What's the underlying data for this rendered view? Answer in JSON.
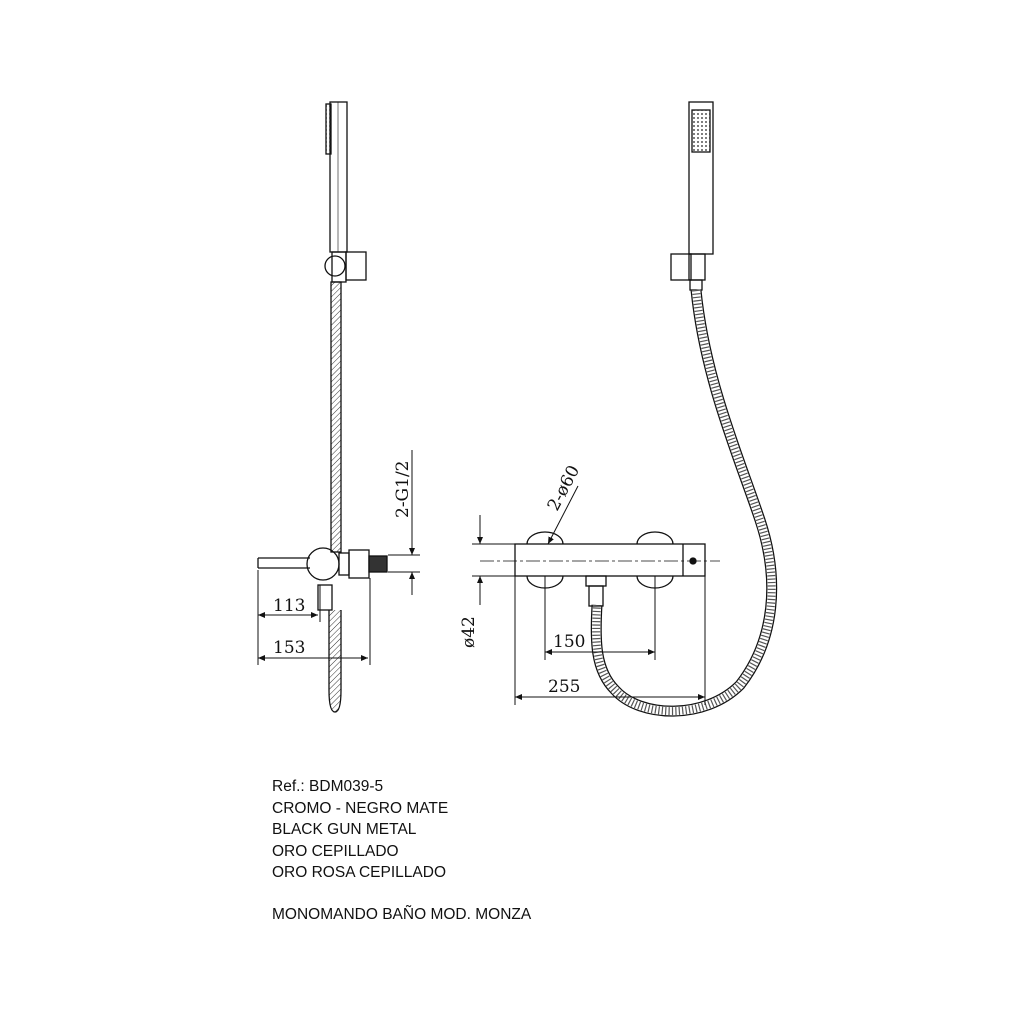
{
  "dimensions": {
    "thread": "2-G1/2",
    "connection_diameter": "2-ø60",
    "body_diameter": "ø42",
    "depth_handle": "113",
    "depth_total": "153",
    "centers": "150",
    "length": "255"
  },
  "notes": {
    "ref": "Ref.: BDM039-5",
    "finish_1": "CROMO - NEGRO MATE",
    "finish_2": "BLACK GUN METAL",
    "finish_3": "ORO CEPILLADO",
    "finish_4": "ORO ROSA CEPILLADO",
    "model": "MONOMANDO BAÑO MOD. MONZA"
  }
}
